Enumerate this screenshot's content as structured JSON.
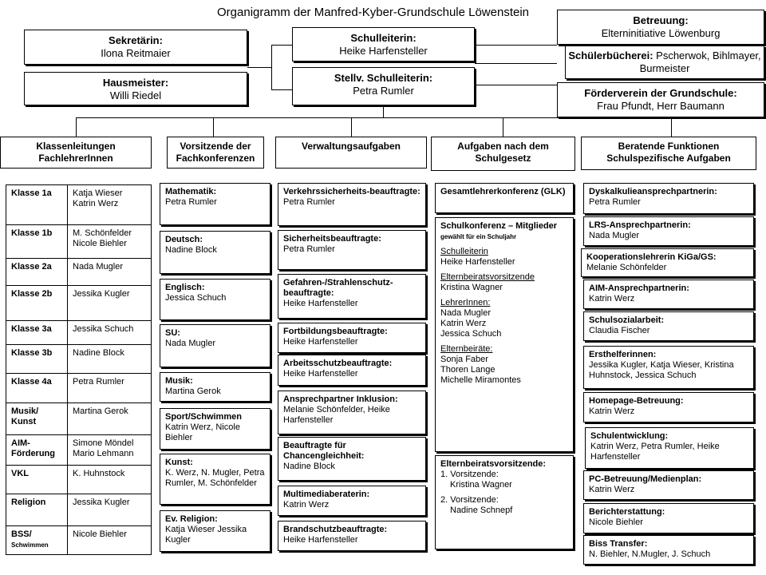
{
  "title": "Organigramm der Manfred-Kyber-Grundschule Löwenstein",
  "top": {
    "sekretaerin": {
      "label": "Sekretärin:",
      "name": "Ilona Reitmaier"
    },
    "hausmeister": {
      "label": "Hausmeister:",
      "name": "Willi Riedel"
    },
    "schulleiterin": {
      "label": "Schulleiterin:",
      "name": "Heike Harfensteller"
    },
    "stellv": {
      "label": "Stellv. Schulleiterin:",
      "name": "Petra Rumler"
    },
    "betreuung": {
      "label": "Betreuung:",
      "name": "Elterninitiative Löwenburg"
    },
    "buecherei": {
      "label": "Schülerbücherei:",
      "name": " Pscherwok, Bihlmayer, Burmeister"
    },
    "foerderverein": {
      "label": "Förderverein der Grundschule:",
      "name": "Frau Pfundt, Herr Baumann"
    }
  },
  "headers": {
    "klassen": "Klassenleitungen FachlehrerInnen",
    "vorsitzende": "Vorsitzende der Fachkonferenzen",
    "verwaltung": "Verwaltungsaufgaben",
    "schulgesetz": "Aufgaben nach dem Schulgesetz",
    "beratend": "Beratende Funktionen Schulspezifische Aufgaben"
  },
  "klassen": [
    {
      "klasse": "Klasse 1a",
      "lehrer": [
        "Katja Wieser",
        "Katrin Werz"
      ]
    },
    {
      "klasse": "Klasse 1b",
      "lehrer": [
        "M. Schönfelder",
        "Nicole Biehler"
      ]
    },
    {
      "klasse": "Klasse 2a",
      "lehrer": [
        "Nada Mugler"
      ]
    },
    {
      "klasse": "Klasse 2b",
      "lehrer": [
        "Jessika Kugler"
      ]
    },
    {
      "klasse": "Klasse 3a",
      "lehrer": [
        "Jessika Schuch"
      ]
    },
    {
      "klasse": "Klasse 3b",
      "lehrer": [
        "Nadine Block"
      ]
    },
    {
      "klasse": "Klasse 4a",
      "lehrer": [
        "Petra Rumler"
      ]
    },
    {
      "klasse": "Musik/ Kunst",
      "lehrer": [
        "Martina Gerok"
      ]
    },
    {
      "klasse": "AIM-Förderung",
      "lehrer": [
        "Simone Möndel",
        "Mario Lehmann"
      ]
    },
    {
      "klasse": "VKL",
      "lehrer": [
        "K. Huhnstock"
      ]
    },
    {
      "klasse": "Religion",
      "lehrer": [
        "Jessika Kugler"
      ]
    }
  ],
  "bss": {
    "label": "BSS/",
    "sub": "Schwimmen",
    "lehrer": "Nicole Biehler"
  },
  "fachkonferenzen": [
    {
      "fach": "Mathematik:",
      "name": "Petra Rumler"
    },
    {
      "fach": "Deutsch:",
      "name": "Nadine Block"
    },
    {
      "fach": "Englisch:",
      "name": "Jessica Schuch"
    },
    {
      "fach": "SU:",
      "name": "Nada Mugler"
    },
    {
      "fach": "Musik:",
      "name": "Martina Gerok"
    },
    {
      "fach": "Sport/Schwimmen",
      "name": "Katrin Werz, Nicole Biehler"
    },
    {
      "fach": "Kunst:",
      "name": "K. Werz, N. Mugler, Petra Rumler, M. Schönfelder"
    },
    {
      "fach": "Ev. Religion:",
      "name": "Katja Wieser Jessika Kugler"
    }
  ],
  "verwaltung": [
    {
      "rolle": "Verkehrssicherheits-beauftragte:",
      "name": "Petra Rumler"
    },
    {
      "rolle": "Sicherheitsbeauftragte:",
      "name": "Petra Rumler"
    },
    {
      "rolle": "Gefahren-/Strahlenschutz-beauftragte:",
      "name": "Heike Harfensteller"
    },
    {
      "rolle": "Fortbildungsbeauftragte:",
      "name": "Heike Harfensteller"
    },
    {
      "rolle": "Arbeitsschutzbeauftragte:",
      "name": "Heike Harfensteller"
    },
    {
      "rolle": "Ansprechpartner Inklusion:",
      "name": "Melanie Schönfelder, Heike Harfensteller"
    },
    {
      "rolle": "Beauftragte für Chancengleichheit:",
      "name": "Nadine Block"
    },
    {
      "rolle": "Multimediaberaterin:",
      "name": "Katrin Werz"
    },
    {
      "rolle": "Brandschutzbeauftragte:",
      "name": "Heike Harfensteller"
    }
  ],
  "schulgesetz": {
    "glk": "Gesamtlehrerkonferenz (GLK)",
    "sk_title": "Schulkonferenz – Mitglieder",
    "sk_sub": "gewählt für ein Schuljahr",
    "sl_label": "Schulleiterin",
    "sl_name": "Heike Harfensteller",
    "ebv_label": "Elternbeiratsvorsitzende",
    "ebv_name": "Kristina Wagner",
    "lehrer_label": "LehrerInnen:",
    "lehrer": [
      "Nada Mugler",
      "Katrin Werz",
      "Jessica Schuch"
    ],
    "eb_label": "Elternbeiräte:",
    "eb": [
      "Sonja Faber",
      "Thoren Lange",
      "Michelle Miramontes"
    ],
    "ebv2_title": "Elternbeiratsvorsitzende:",
    "v1_label": "1. Vorsitzende:",
    "v1_name": "Kristina Wagner",
    "v2_label": "2. Vorsitzende:",
    "v2_name": "Nadine Schnepf"
  },
  "beratend": [
    {
      "rolle": "Dyskalkulieansprechpartnerin:",
      "name": "Petra Rumler"
    },
    {
      "rolle": "LRS-Ansprechpartnerin:",
      "name": "Nada Mugler"
    },
    {
      "rolle": "Kooperationslehrerin KiGa/GS:",
      "name": "Melanie Schönfelder"
    },
    {
      "rolle": "AIM-Ansprechpartnerin:",
      "name": "Katrin Werz"
    },
    {
      "rolle": "Schulsozialarbeit:",
      "name": "Claudia Fischer"
    },
    {
      "rolle": "Ersthelferinnen:",
      "name": "Jessika Kugler, Katja Wieser, Kristina Huhnstock, Jessica Schuch"
    },
    {
      "rolle": "Homepage-Betreuung:",
      "name": "Katrin Werz"
    },
    {
      "rolle": "Schulentwicklung:",
      "name": "Katrin Werz, Petra Rumler, Heike Harfensteller"
    },
    {
      "rolle": "PC-Betreuung/Medienplan:",
      "name": "Katrin Werz"
    },
    {
      "rolle": "Berichterstattung:",
      "name": "Nicole Biehler"
    },
    {
      "rolle": "Biss Transfer:",
      "name": "N. Biehler, N.Mugler, J. Schuch"
    }
  ]
}
